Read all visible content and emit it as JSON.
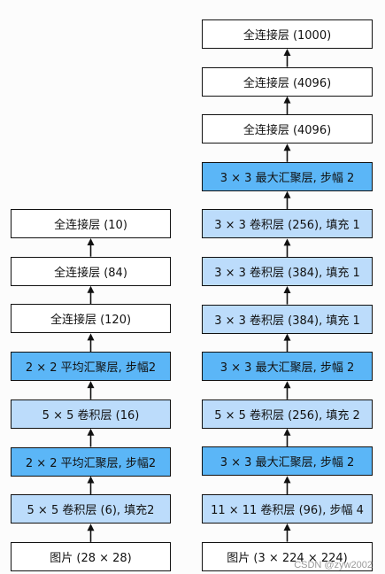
{
  "lenet": {
    "layers": [
      {
        "label": "全连接层 (10)",
        "style": "plain"
      },
      {
        "label": "全连接层 (84)",
        "style": "plain"
      },
      {
        "label": "全连接层 (120)",
        "style": "plain"
      },
      {
        "label": "2 × 2 平均汇聚层, 步幅2",
        "style": "dark"
      },
      {
        "label": "5 × 5 卷积层 (16)",
        "style": "light"
      },
      {
        "label": "2 × 2 平均汇聚层, 步幅2",
        "style": "dark"
      },
      {
        "label": "5 × 5 卷积层 (6), 填充2",
        "style": "light"
      },
      {
        "label": "图片 (28 × 28)",
        "style": "plain"
      }
    ]
  },
  "alexnet": {
    "layers": [
      {
        "label": "全连接层 (1000)",
        "style": "plain"
      },
      {
        "label": "全连接层 (4096)",
        "style": "plain"
      },
      {
        "label": "全连接层 (4096)",
        "style": "plain"
      },
      {
        "label": "3 × 3 最大汇聚层, 步幅 2",
        "style": "dark"
      },
      {
        "label": "3 × 3 卷积层 (256), 填充 1",
        "style": "light"
      },
      {
        "label": "3 × 3 卷积层 (384), 填充 1",
        "style": "light"
      },
      {
        "label": "3 × 3 卷积层 (384), 填充 1",
        "style": "light"
      },
      {
        "label": "3 × 3 最大汇聚层, 步幅 2",
        "style": "dark"
      },
      {
        "label": "5 × 5 卷积层 (256), 填充 2",
        "style": "light"
      },
      {
        "label": "3 × 3 最大汇聚层, 步幅 2",
        "style": "dark"
      },
      {
        "label": "11 × 11 卷积层 (96), 步幅 4",
        "style": "light"
      },
      {
        "label": "图片 (3 × 224 × 224)",
        "style": "plain"
      }
    ]
  },
  "colors": {
    "plain": "#ffffff",
    "light": "#bcdcfb",
    "dark": "#5bb6f7",
    "arrow": "#111111"
  },
  "watermark": "CSDN @zyw2002"
}
